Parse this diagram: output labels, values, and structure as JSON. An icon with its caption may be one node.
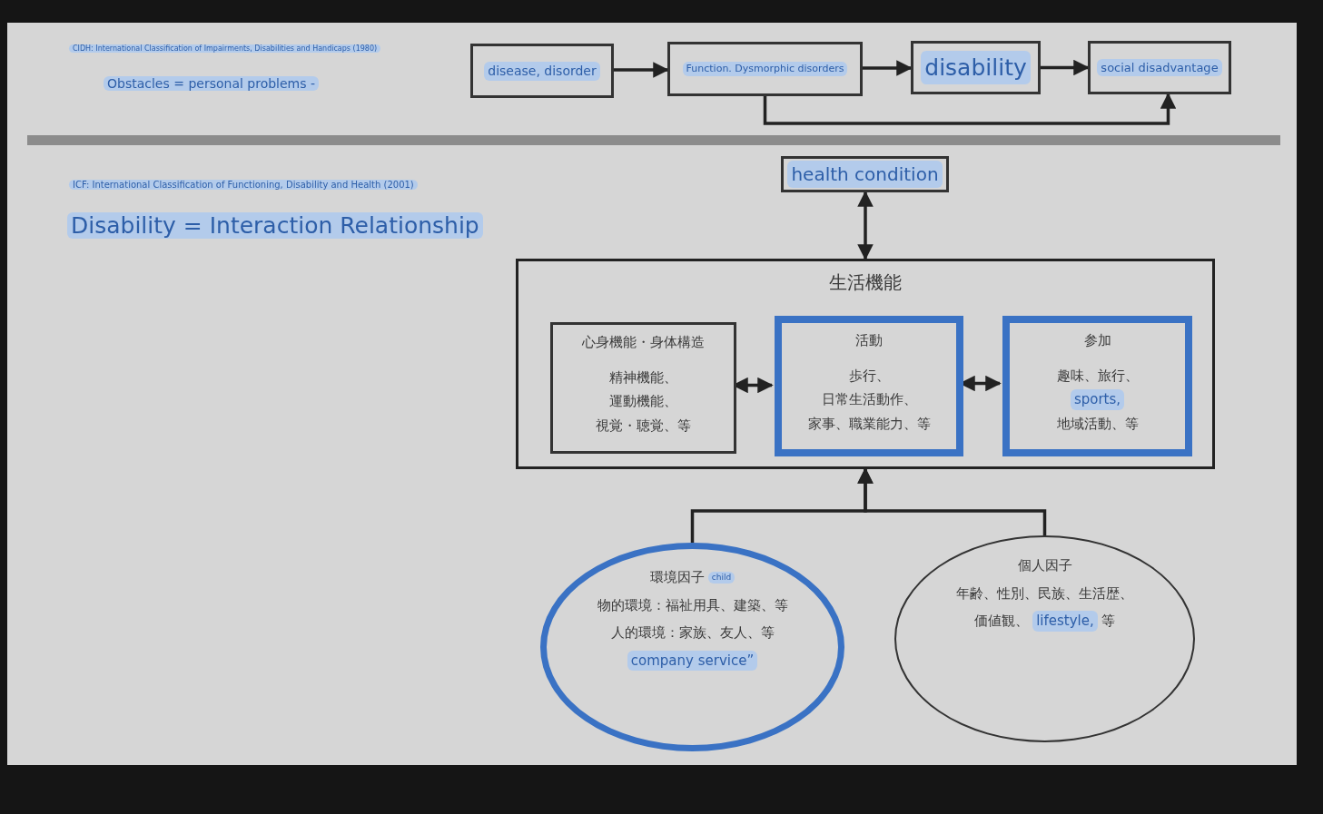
{
  "diagram": {
    "nodes": [
      {
        "text": [
          "disease, disorder"
        ]
      },
      {
        "text": [
          "Function. Dysmorphic disorders"
        ]
      },
      {
        "text": [
          "disability"
        ]
      },
      {
        "text": [
          "social disadvantage"
        ]
      },
      {
        "text": [
          "health condition"
        ]
      },
      {
        "text": [
          "生活機能"
        ]
      },
      {
        "text": [
          "心身機能・身体構造",
          "精神機能、",
          "運動機能、",
          "視覚・聴覚、等"
        ],
        "in": 5
      },
      {
        "text": [
          "活動",
          "歩行、",
          "日常生活動作、",
          "家事、職業能力、等"
        ],
        "in": 5
      },
      {
        "text": [
          "参加",
          "趣味、旅行、",
          "sports,",
          "地域活動、等"
        ],
        "in": 5
      },
      {
        "text": [
          "環境因子",
          "child",
          "物的環境：福祉用具、建築、等",
          "人的環境：家族、友人、等",
          "company service”"
        ]
      },
      {
        "text": [
          "個人因子",
          "年齢、性別、民族、生活歴、",
          "価値観、",
          "lifestyle,",
          "等"
        ]
      }
    ],
    "edges": [
      {
        "from": 0,
        "to": 1,
        "arrow": "to"
      },
      {
        "from": 1,
        "to": 2,
        "arrow": "to"
      },
      {
        "from": 2,
        "to": 3,
        "arrow": "to"
      },
      {
        "from": 1,
        "to": 3,
        "arrow": "to"
      },
      {
        "from": 4,
        "to": 5,
        "arrow": "both"
      },
      {
        "from": 6,
        "to": 7,
        "arrow": "both"
      },
      {
        "from": 7,
        "to": 8,
        "arrow": "both"
      },
      {
        "from": 9,
        "to": 5,
        "arrow": "to"
      },
      {
        "from": 10,
        "to": 5,
        "arrow": "to"
      }
    ],
    "labels": [
      "CIDH: International Classification of Impairments, Disabilities and Handicaps (1980)",
      "Obstacles = personal problems -",
      "ICF: International Classification of Functioning, Disability and Health (2001)",
      "Disability = Interaction Relationship"
    ]
  }
}
